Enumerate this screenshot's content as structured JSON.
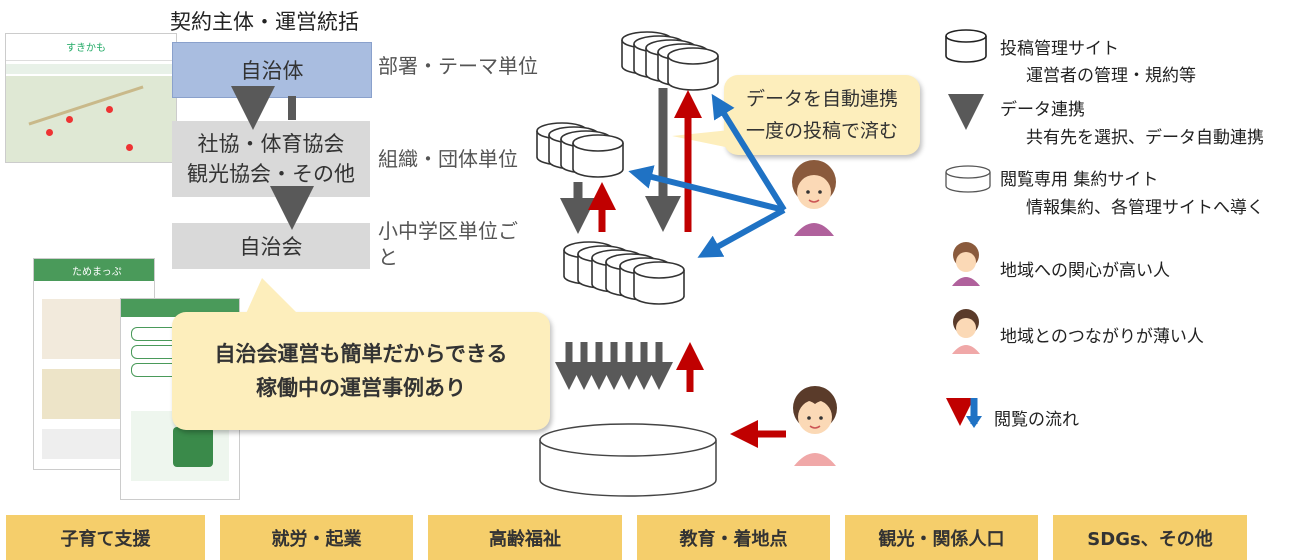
{
  "left": {
    "heading": "契約主体・運営統括",
    "boxes": [
      "自治体",
      "社協・体育協会",
      "観光協会・その他",
      "自治会"
    ],
    "side_labels": [
      "部署・テーマ単位",
      "組織・団体単位",
      "小中学区単位ご",
      "と"
    ]
  },
  "callouts": {
    "top": [
      "データを自動連携",
      "一度の投稿で済む"
    ],
    "bottom": [
      "自治会運営も簡単だからできる",
      "稼働中の運営事例あり"
    ]
  },
  "screenshot_app": {
    "title": "すきかも",
    "title2": "ためまっぷ"
  },
  "legend": {
    "items": [
      {
        "icon": "db-stack-icon",
        "title": "投稿管理サイト",
        "desc": "運営者の管理・規約等"
      },
      {
        "icon": "arrow-down-icon",
        "title": "データ連携",
        "desc": "共有先を選択、データ自動連携"
      },
      {
        "icon": "db-flat-icon",
        "title": "閲覧専用 集約サイト",
        "desc": "情報集約、各管理サイトへ導く"
      },
      {
        "icon": "person-high-interest-icon",
        "title": "地域への関心が高い人",
        "desc": ""
      },
      {
        "icon": "person-low-connection-icon",
        "title": "地域とのつながりが薄い人",
        "desc": ""
      },
      {
        "icon": "flow-arrows-icon",
        "title": "閲覧の流れ",
        "desc": ""
      }
    ]
  },
  "tags": [
    "子育て支援",
    "就労・起業",
    "高齢福祉",
    "教育・着地点",
    "観光・関係人口",
    "SDGs、その他"
  ],
  "colors": {
    "red": "#c00000",
    "blue": "#1f72c4",
    "gray": "#595959",
    "tag": "#f5ce6b",
    "bubble": "#fdeebc"
  }
}
